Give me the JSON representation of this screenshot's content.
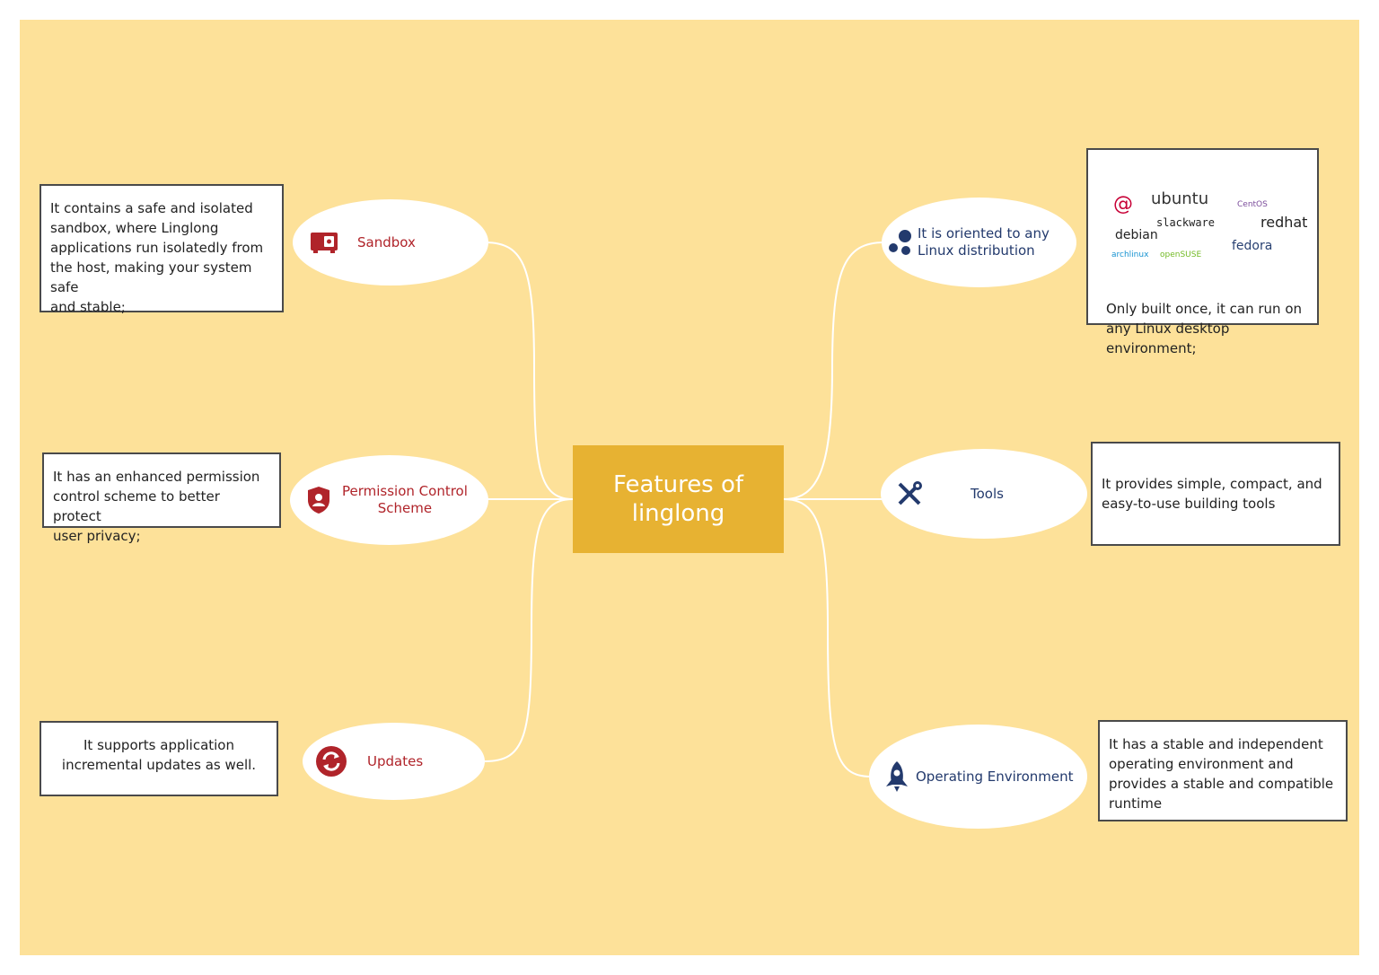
{
  "center": {
    "title": "Features of\nlinglong"
  },
  "branches": {
    "sandbox": {
      "label": "Sandbox",
      "description": " It contains a safe and isolated\nsandbox, where Linglong\napplications run isolatedly from\nthe host, making your system safe\nand stable;"
    },
    "permission": {
      "label": "Permission Control\nScheme",
      "description": "It has an enhanced permission\ncontrol scheme to better protect\nuser privacy;"
    },
    "updates": {
      "label": "Updates",
      "description": "It supports application\nincremental updates as well."
    },
    "linux": {
      "label": "It is oriented to any\nLinux distribution",
      "description": "Only built once, it can run on\nany Linux desktop\nenvironment;"
    },
    "tools": {
      "label": "Tools",
      "description": "It provides simple, compact, and\neasy-to-use building tools"
    },
    "environment": {
      "label": "Operating Environment",
      "description": " It has a stable and independent\noperating environment and\nprovides a stable and compatible\nruntime"
    }
  },
  "distro_logos": [
    "ubuntu",
    "CentOS",
    "slackware",
    "redhat",
    "debian",
    "archlinux",
    "openSUSE",
    "fedora"
  ],
  "colors": {
    "background": "#fde199",
    "center": "#e7b232",
    "left_text": "#b0242a",
    "right_text": "#233a6d"
  }
}
